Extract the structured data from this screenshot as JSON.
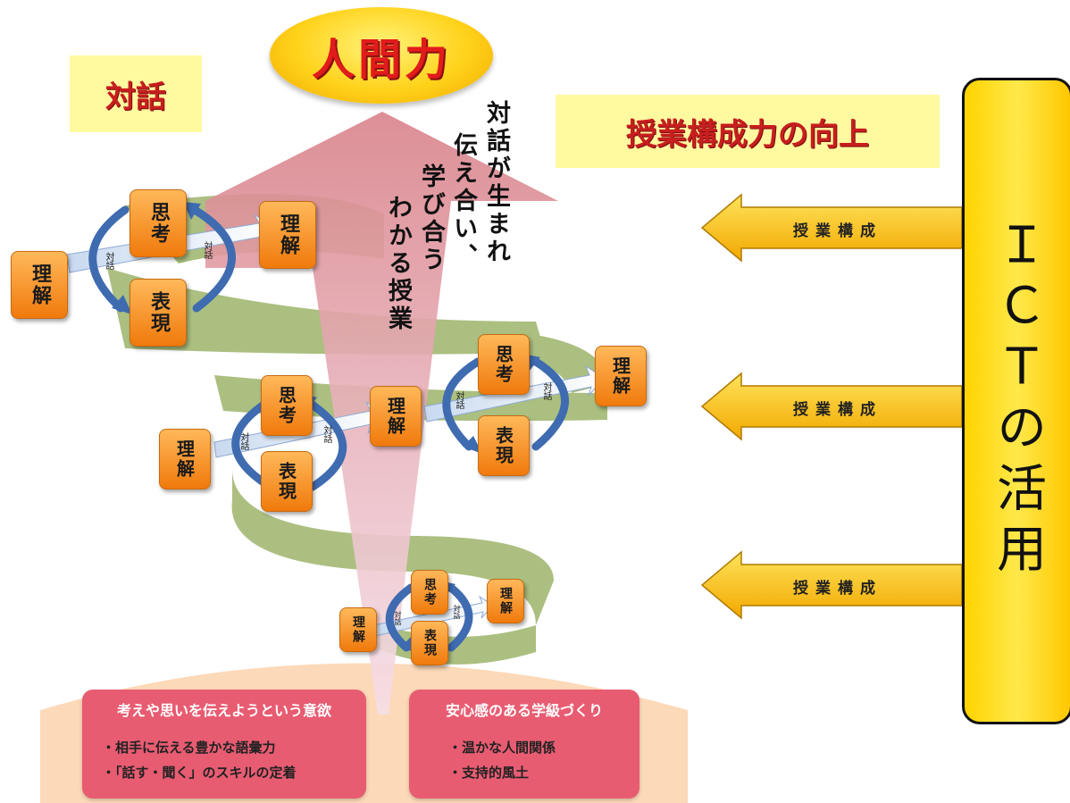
{
  "header": {
    "ningenryoku": "人間力",
    "taiwa": "対話",
    "jugyo_kosei_koujou": "授業構成力の向上"
  },
  "center_text": {
    "line1": "対話が生まれ",
    "line2": "伝え合い、",
    "line3": "学び合う",
    "line4": "わかる授業"
  },
  "cycle_labels": {
    "rikai": "理解",
    "shikou": "思考",
    "hyougen": "表現",
    "taiwa_small": "対話"
  },
  "ict": {
    "label": "ＩＣＴの活用",
    "arrows": [
      "授業構成",
      "授業構成",
      "授業構成"
    ]
  },
  "foundation": {
    "left_card": {
      "title": "考えや思いを伝えようという意欲",
      "items": [
        "・相手に伝える豊かな語彙力",
        "・「話す・聞く」のスキルの定着"
      ]
    },
    "right_card": {
      "title": "安心感のある学級づくり",
      "items": [
        "・温かな人間関係",
        "・支持的風土"
      ]
    }
  },
  "colors": {
    "accent_red": "#e21b1b",
    "ribbon_green": "#9bb36a",
    "box_orange": "#f39a2e",
    "ict_yellow": "#ffd300",
    "card_pink": "#e85c72"
  }
}
